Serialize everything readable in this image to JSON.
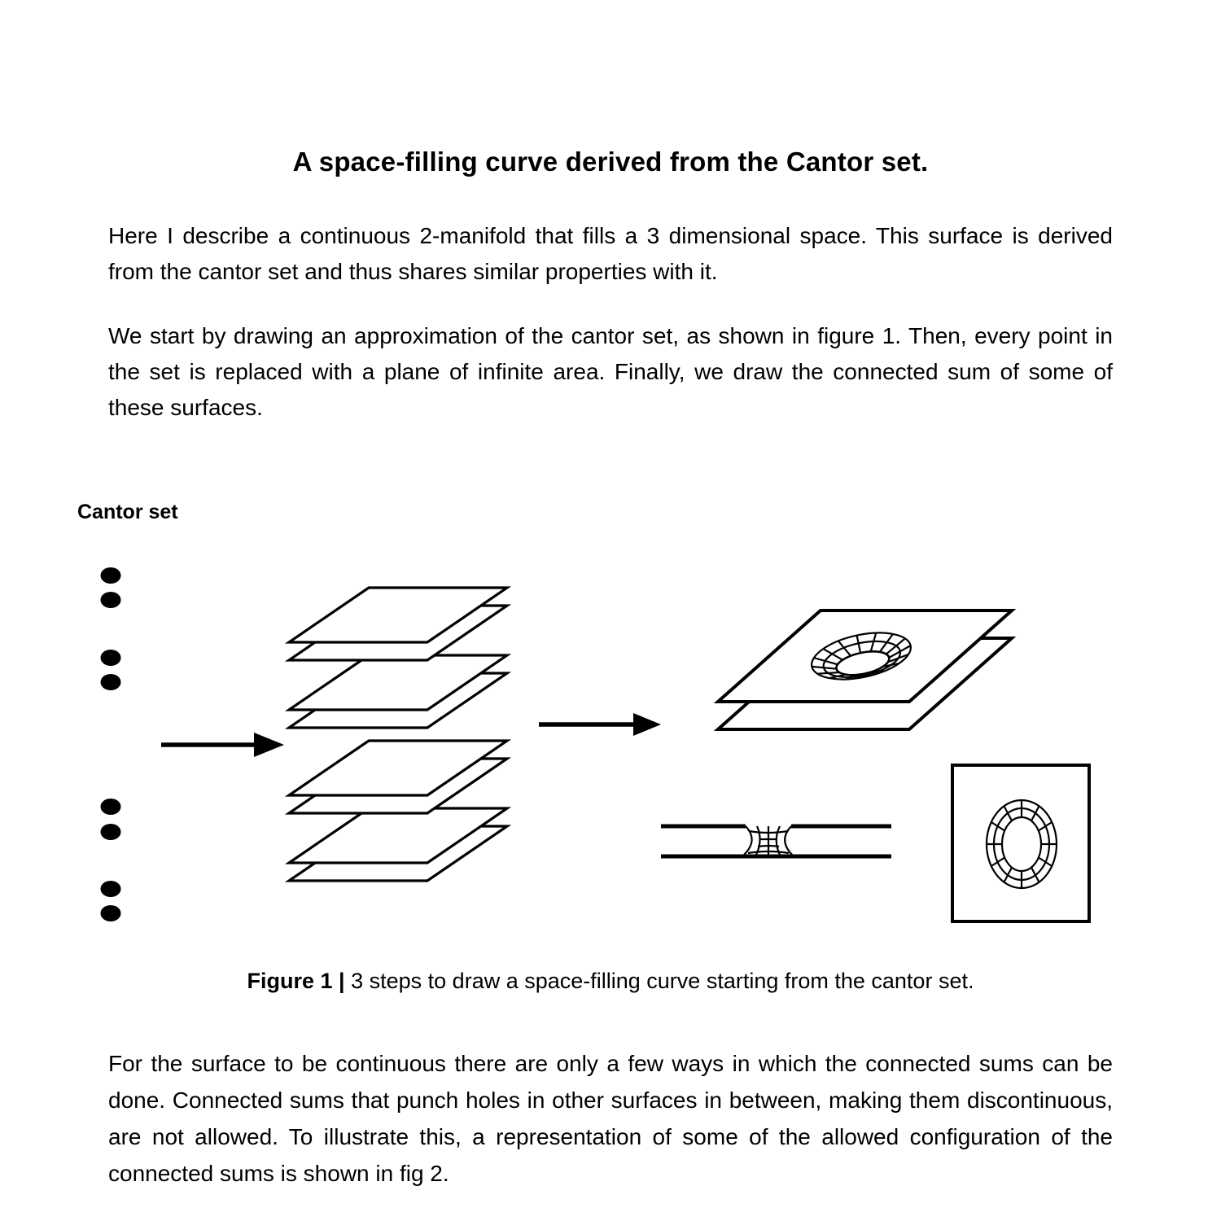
{
  "doc": {
    "title": "A space-filling curve derived from the Cantor set.",
    "paragraph1": "Here I describe a continuous 2-manifold that fills a 3 dimensional space. This surface is derived from the cantor set and thus shares similar properties with it.",
    "paragraph2": "We start by drawing an approximation of the cantor set, as shown in figure 1. Then, every point in the set is replaced with a plane of infinite area. Finally, we draw the connected sum of some of these surfaces.",
    "paragraph3": "For the surface to be continuous there are only a few ways in which the connected sums can be done. Connected sums that punch holes in other surfaces in between, making them discontinuous, are not allowed. To illustrate this, a representation of some of the allowed configuration of the connected sums is shown in fig 2."
  },
  "figure": {
    "label": "Cantor set",
    "caption_label": "Figure 1 |",
    "caption_text": " 3 steps to draw a space-filling curve starting from the cantor set.",
    "colors": {
      "ink": "#000000",
      "paper": "#ffffff"
    }
  }
}
